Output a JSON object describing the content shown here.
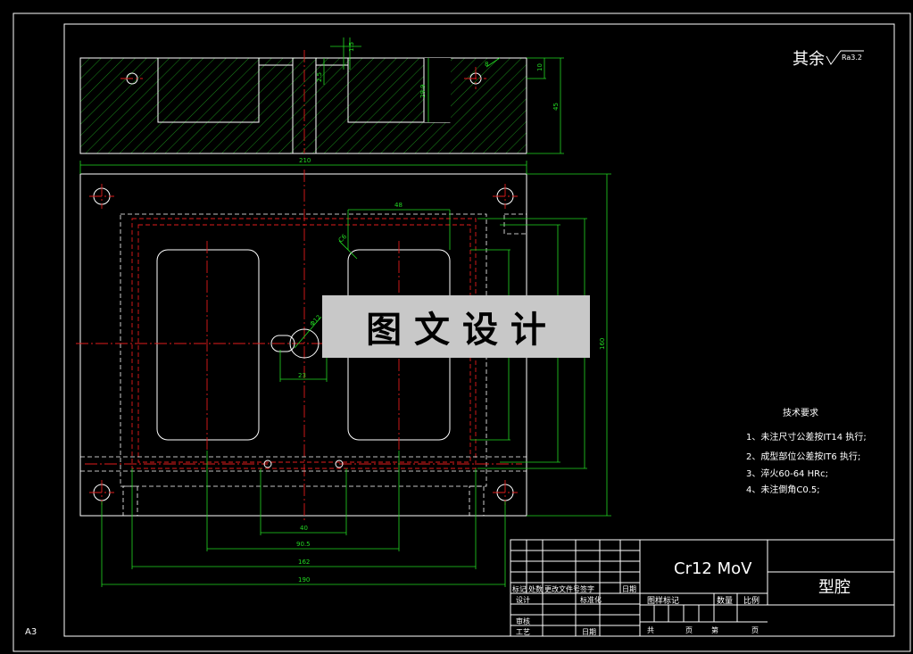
{
  "sheet": {
    "size_label": "A3"
  },
  "roughness": {
    "prefix": "其余",
    "value": "Ra3.2"
  },
  "watermark": "图 文 设 计",
  "tech_requirements": {
    "title": "技术要求",
    "items": [
      "1、未注尺寸公差按IT14 执行;",
      "2、成型部位公差按IT6 执行;",
      "3、淬火60-64 HRc;",
      "4、未注倒角C0.5;"
    ]
  },
  "section_dims": {
    "d15": "1.5",
    "d25": "2.5",
    "d299": "29.9",
    "d10": "10",
    "d45": "45",
    "d8": "8"
  },
  "plan_dims": {
    "width": "210",
    "pocket": "48",
    "c6": "C6",
    "r12": "Φ12",
    "d23": "23",
    "height": "160",
    "d40": "40",
    "d905": "90.5",
    "d162": "162",
    "d190": "190"
  },
  "title_block": {
    "material": "Cr12 MoV",
    "part_name": "型腔",
    "headers": [
      "标记",
      "处数",
      "更改文件号",
      "签字",
      "日期"
    ],
    "rows": [
      "设计",
      "标准化",
      "审核",
      "工艺",
      "日期"
    ],
    "stage_headers": [
      "图样标记",
      "数量",
      "比例"
    ],
    "sheet_labels": [
      "共",
      "页",
      "第",
      "页"
    ]
  }
}
